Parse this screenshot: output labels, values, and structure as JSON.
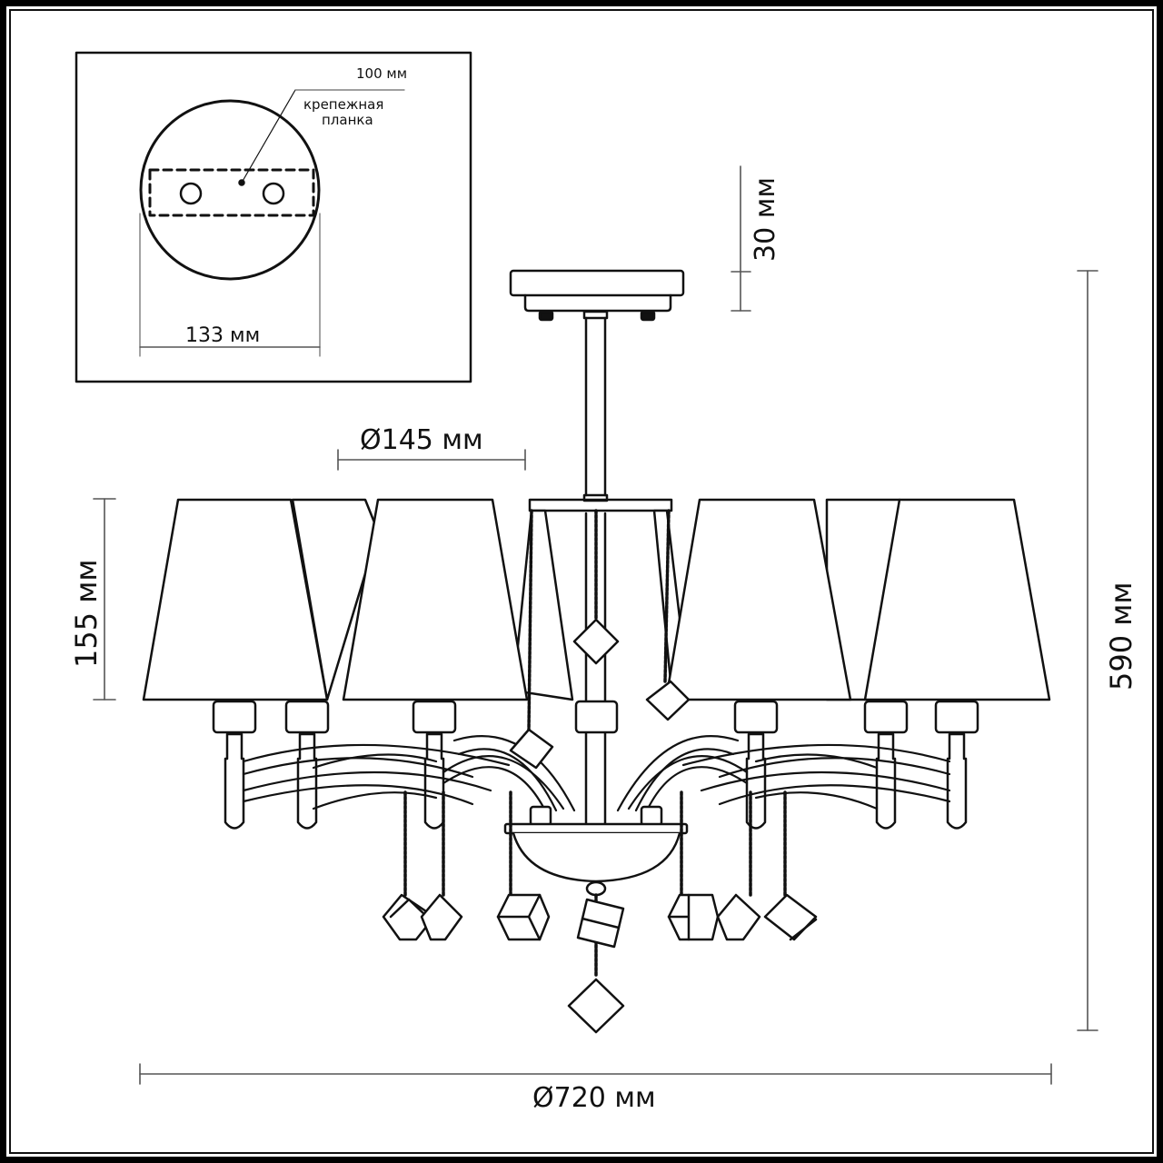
{
  "inset": {
    "title": "mounting-plate-detail",
    "bracket_length": "100 мм",
    "bracket_label_line1": "крепежная",
    "bracket_label_line2": "планка",
    "canopy_diameter": "133 мм"
  },
  "dimensions": {
    "canopy_height": "30 мм",
    "shade_diameter": "Ø145 мм",
    "shade_height": "155 мм",
    "total_height": "590 мм",
    "total_diameter": "Ø720 мм"
  },
  "fixture": {
    "arms_count": 7,
    "shade_count": 7,
    "crystal_pendants_visible": 11
  },
  "colors": {
    "line": "#111111",
    "dimension_line": "#555555",
    "background": "#ffffff"
  }
}
